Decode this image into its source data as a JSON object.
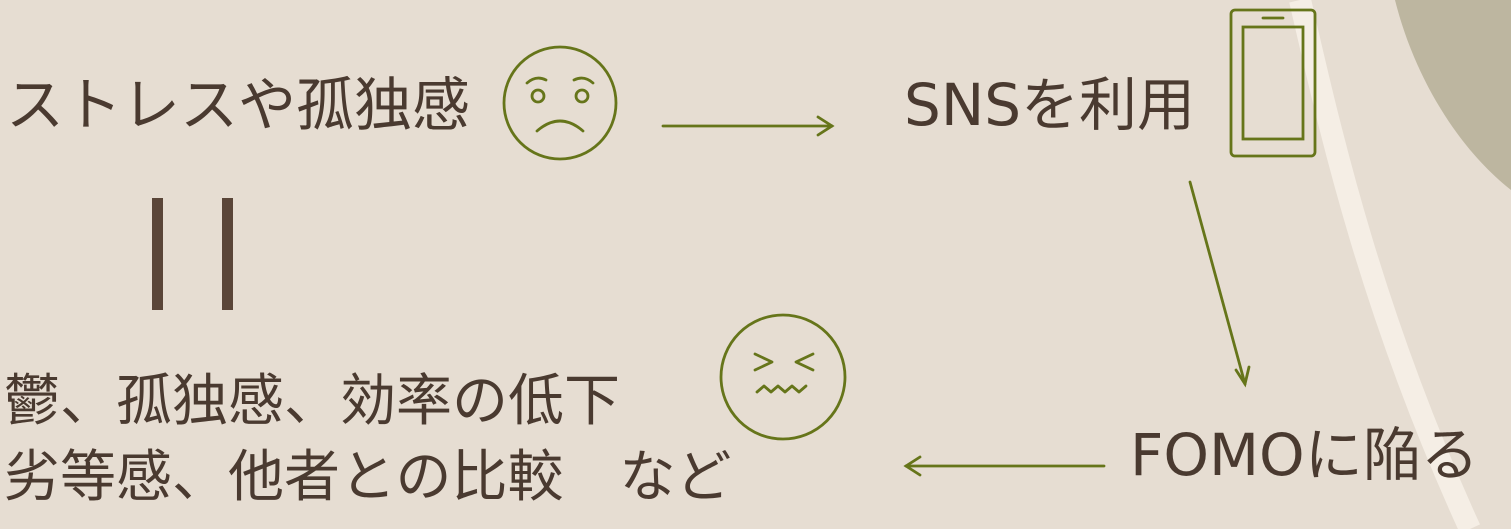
{
  "colors": {
    "background": "#e6ddd2",
    "text": "#4a3a30",
    "accent": "#66751a",
    "shape_dark": "#bdb6a0",
    "shape_light": "#f5eee5"
  },
  "nodes": {
    "stress_loneliness": "ストレスや孤独感",
    "use_sns": "SNSを利用",
    "fall_into_fomo": "FOMOに陥る",
    "outcomes_line1": "鬱、孤独感、効率の低下",
    "outcomes_line2": "劣等感、他者との比較　など"
  },
  "icons": {
    "worried_face": "worried-face-icon",
    "phone": "smartphone-icon",
    "stressed_face": "stressed-face-icon"
  }
}
